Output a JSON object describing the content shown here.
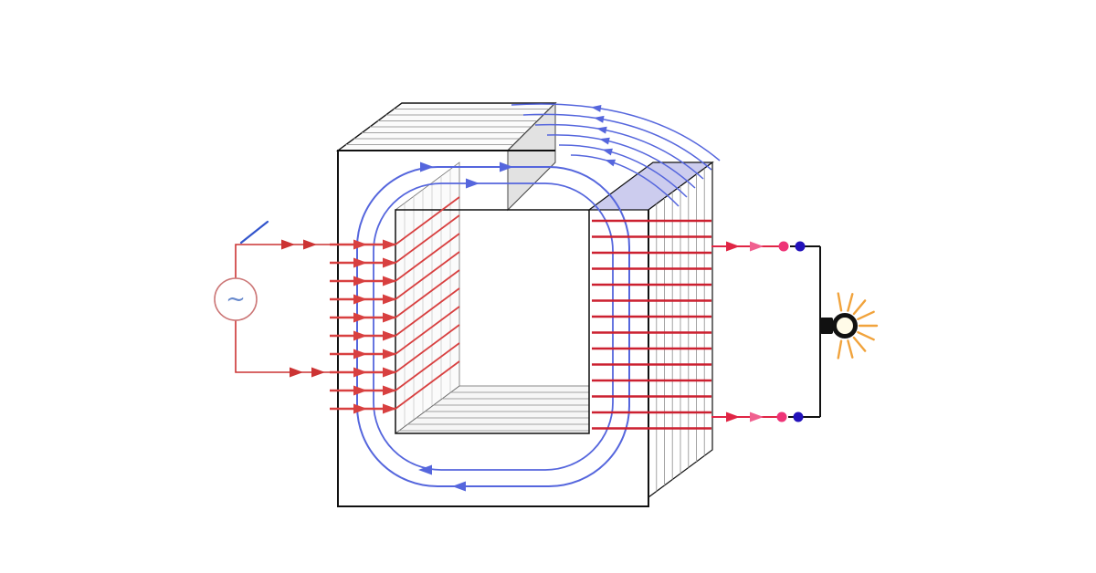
{
  "page": {
    "background": "#ffffff"
  },
  "diagram": {
    "name": "single-phase-transformer-cutaway",
    "description": "Laminated iron core transformer with primary winding fed by an AC source through a switch, secondary winding feeding a light bulb, magnetic flux loops and fringing flux arcs",
    "labels": {
      "ac_symbol": "~"
    },
    "colors": {
      "core_outline": "#111111",
      "lamination": "#a3a3a3",
      "lamination_light": "#c7c7c7",
      "core_face": "#fbfbfb",
      "core_inner_face": "#f6f6f6",
      "core_end_face": "#e2e2e2",
      "core_top_tint": "#ccccee",
      "flux": "#5566dd",
      "primary_coil": "#d84040",
      "secondary_coil": "#cc2030",
      "primary_wire": "#cc3333",
      "secondary_wire": "#111111",
      "arrow_crimson": "#e02545",
      "arrow_pink": "#f0608f",
      "terminal_pink": "#ee3377",
      "terminal_blue": "#2211bb",
      "switch": "#3355cc",
      "source_outline": "#cc7777",
      "source_symbol": "#6688cc",
      "bulb_ray": "#f1a33c",
      "bulb_glass": "#fffbe8",
      "bulb_outline": "#111111"
    },
    "counts": {
      "primary_turns": 10,
      "secondary_turns": 14,
      "flux_loops": 2,
      "flux_fringe_arcs": 6,
      "bulb_rays": 9,
      "top_laminations": 7,
      "side_laminations": 7,
      "bottom_laminations": 7,
      "wall_laminations": 6
    }
  }
}
